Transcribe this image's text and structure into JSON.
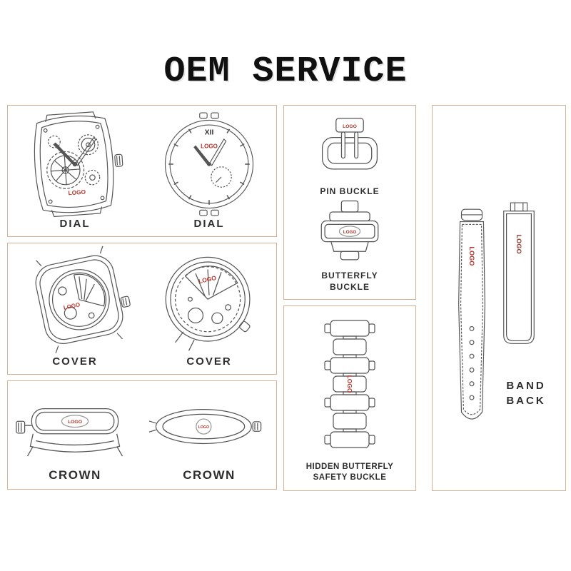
{
  "title": "OEM SERVICE",
  "logo_text": "LOGO",
  "colors": {
    "accent_red": "#b5342a",
    "accent_dark_red": "#8e3a2e",
    "panel_border": "#d8b290",
    "line": "#555555",
    "label_text": "#2e2e2e"
  },
  "dial_panel": {
    "left_label": "DIAL",
    "right_label": "DIAL",
    "roman_top": "XII"
  },
  "cover_panel": {
    "left_label": "COVER",
    "right_label": "COVER"
  },
  "crown_panel": {
    "left_label": "CROWN",
    "right_label": "CROWN"
  },
  "buckle_panel": {
    "pin_label": "PIN BUCKLE",
    "butterfly_label_line1": "BUTTERFLY",
    "butterfly_label_line2": "BUCKLE"
  },
  "bracelet_panel": {
    "label_line1": "HIDDEN BUTTERFLY",
    "label_line2": "SAFETY BUCKLE"
  },
  "band_panel": {
    "label_line1": "BAND",
    "label_line2": "BACK"
  }
}
